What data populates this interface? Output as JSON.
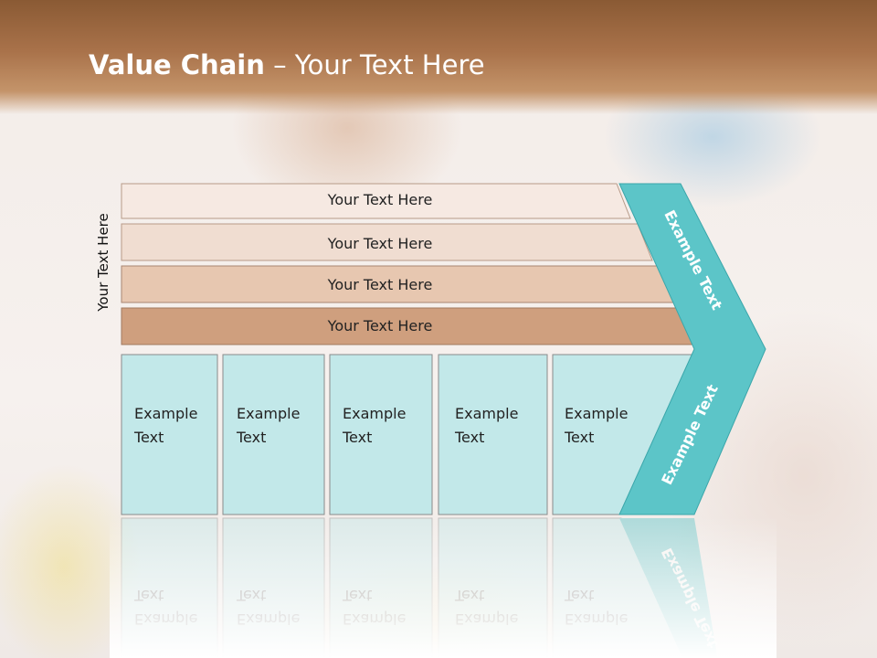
{
  "slide": {
    "title_bold": "Value Chain",
    "title_rest": " – Your Text Here",
    "side_label": "Your Text Here"
  },
  "bars": [
    {
      "label": "Your Text Here"
    },
    {
      "label": "Your Text Here"
    },
    {
      "label": "Your Text Here"
    },
    {
      "label": "Your Text Here"
    }
  ],
  "boxes": [
    {
      "line1": "Example",
      "line2": "Text"
    },
    {
      "line1": "Example",
      "line2": "Text"
    },
    {
      "line1": "Example",
      "line2": "Text"
    },
    {
      "line1": "Example",
      "line2": "Text"
    },
    {
      "line1": "Example",
      "line2": "Text"
    }
  ],
  "chevron": {
    "upper_label": "Example Text",
    "lower_label": "Example Text"
  },
  "colors": {
    "bar_fills": [
      "#f6e9e2",
      "#f0ddd1",
      "#e7c7b0",
      "#cf9f7e"
    ],
    "box_fill": "#c2e8e9",
    "chevron_fill": "#5cc5c8"
  }
}
